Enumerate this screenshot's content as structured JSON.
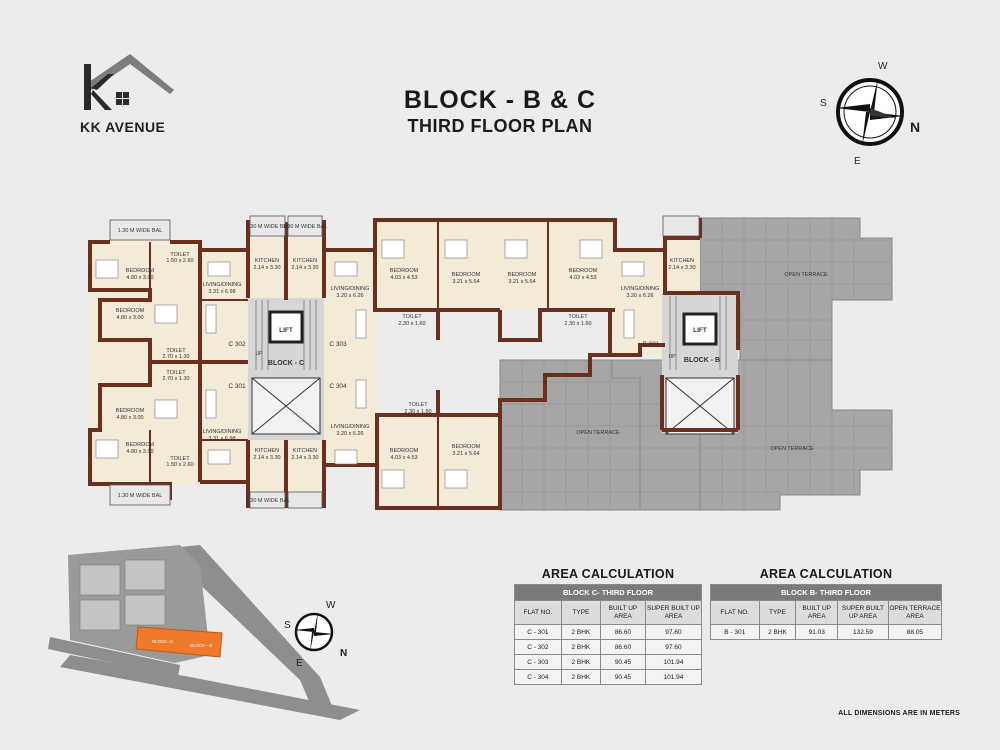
{
  "brand": {
    "name": "KK AVENUE"
  },
  "title": {
    "line1": "BLOCK -  B & C",
    "line2": "THIRD FLOOR PLAN"
  },
  "compass": {
    "north": "N",
    "south": "S",
    "east": "E",
    "west": "W"
  },
  "plan": {
    "rooms": [
      {
        "id": "c-bal-top-left",
        "name": "1.30 M WIDE",
        "dim": "BAL"
      },
      {
        "id": "c-bed-1",
        "name": "BEDROOM",
        "dim": "4.80 x 3.00"
      },
      {
        "id": "c-toilet-1",
        "name": "TOILET",
        "dim": "1.50 x 2.60"
      },
      {
        "id": "c-bed-2",
        "name": "BEDROOM",
        "dim": "4.80 x 3.00"
      },
      {
        "id": "c-toilet-2",
        "name": "TOILET",
        "dim": "2.70 x 1.30"
      },
      {
        "id": "c-toilet-3",
        "name": "TOILET",
        "dim": "2.70 x 1.30"
      },
      {
        "id": "c-bed-3",
        "name": "BEDROOM",
        "dim": "4.80 x 3.00"
      },
      {
        "id": "c-bed-4",
        "name": "BEDROOM",
        "dim": "4.80 x 3.00"
      },
      {
        "id": "c-toilet-4",
        "name": "TOILET",
        "dim": "1.50 x 2.60"
      },
      {
        "id": "c-bal-bottom-left",
        "name": "1.30 M WIDE",
        "dim": "BAL"
      },
      {
        "id": "c-liv-1",
        "name": "LIVING/DINING",
        "dim": "3.31 x 6.98"
      },
      {
        "id": "c-liv-2",
        "name": "LIVING/DINING",
        "dim": "3.31 x 6.98"
      },
      {
        "id": "c-kit-1",
        "name": "KITCHEN",
        "dim": "2.14 x 3.30"
      },
      {
        "id": "c-kit-2",
        "name": "KITCHEN",
        "dim": "2.14 x 3.30"
      },
      {
        "id": "c-kit-3",
        "name": "KITCHEN",
        "dim": "2.14 x 3.30"
      },
      {
        "id": "c-kit-4",
        "name": "KITCHEN",
        "dim": "2.14 x 3.30"
      },
      {
        "id": "c-liv-3",
        "name": "LIVING/DINING",
        "dim": "3.20 x 6.26"
      },
      {
        "id": "c-liv-4",
        "name": "LIVING/DINING",
        "dim": "3.20 x 6.26"
      },
      {
        "id": "c-bed-5",
        "name": "BEDROOM",
        "dim": "4.03 x 4.53"
      },
      {
        "id": "c-bed-6",
        "name": "BEDROOM",
        "dim": "3.21 x 5.64"
      },
      {
        "id": "c-bed-7",
        "name": "BEDROOM",
        "dim": "4.03 x 4.53"
      },
      {
        "id": "c-bed-8",
        "name": "BEDROOM",
        "dim": "3.21 x 5.64"
      },
      {
        "id": "c-toilet-5",
        "name": "TOILET",
        "dim": "2.30 x 1.60"
      },
      {
        "id": "c-toilet-6",
        "name": "TOILET",
        "dim": "2.30 x 1.60"
      },
      {
        "id": "b-bed-1",
        "name": "BEDROOM",
        "dim": "3.21 x 5.64"
      },
      {
        "id": "b-bed-2",
        "name": "BEDROOM",
        "dim": "4.03 x 4.53"
      },
      {
        "id": "b-liv-1",
        "name": "LIVING/DINING",
        "dim": "3.20 x 6.26"
      },
      {
        "id": "b-kit-1",
        "name": "KITCHEN",
        "dim": "2.14 x 3.30"
      },
      {
        "id": "b-toilet-1",
        "name": "TOILET",
        "dim": "2.30 x 1.60"
      }
    ],
    "balconies_top": [
      "1.30 M WIDE BAL",
      "1.30 M WIDE BAL",
      "1.30 M WIDE BAL"
    ],
    "balconies_bottom": [
      "1.30 M WIDE BAL",
      "1.30 M WIDE BAL"
    ],
    "flats": [
      "C 302",
      "C 303",
      "C 301",
      "C 304",
      "B 301"
    ],
    "blocks": [
      "BLOCK - C",
      "BLOCK - B"
    ],
    "lift": "LIFT",
    "up": "UP",
    "terrace": "OPEN TERRACE"
  },
  "key_plan": {
    "block_c": "BLOCK -C",
    "block_b": "BLOCK - B"
  },
  "area_c": {
    "title": "AREA CALCULATION",
    "subtitle": "BLOCK C- THIRD FLOOR",
    "headers": [
      "FLAT NO.",
      "TYPE",
      "BUILT UP AREA",
      "SUPER BUILT UP AREA"
    ],
    "rows": [
      [
        "C - 301",
        "2 BHK",
        "86.60",
        "97.60"
      ],
      [
        "C - 302",
        "2 BHK",
        "86.60",
        "97.60"
      ],
      [
        "C - 303",
        "2 BHK",
        "90.45",
        "101.94"
      ],
      [
        "C - 304",
        "2 BHK",
        "90.45",
        "101.94"
      ]
    ]
  },
  "area_b": {
    "title": "AREA CALCULATION",
    "subtitle": "BLOCK B- THIRD FLOOR",
    "headers": [
      "FLAT NO.",
      "TYPE",
      "BUILT UP AREA",
      "SUPER BUILT UP AREA",
      "OPEN TERRACE AREA"
    ],
    "rows": [
      [
        "B - 301",
        "2 BHK",
        "91.03",
        "132.59",
        "88.05"
      ]
    ]
  },
  "note": "ALL DIMENSIONS ARE IN METERS",
  "colors": {
    "wall": "#6b2f1e",
    "floor": "#f3ead8",
    "terrace": "#a9a9a9",
    "highlight": "#f07a2a"
  }
}
